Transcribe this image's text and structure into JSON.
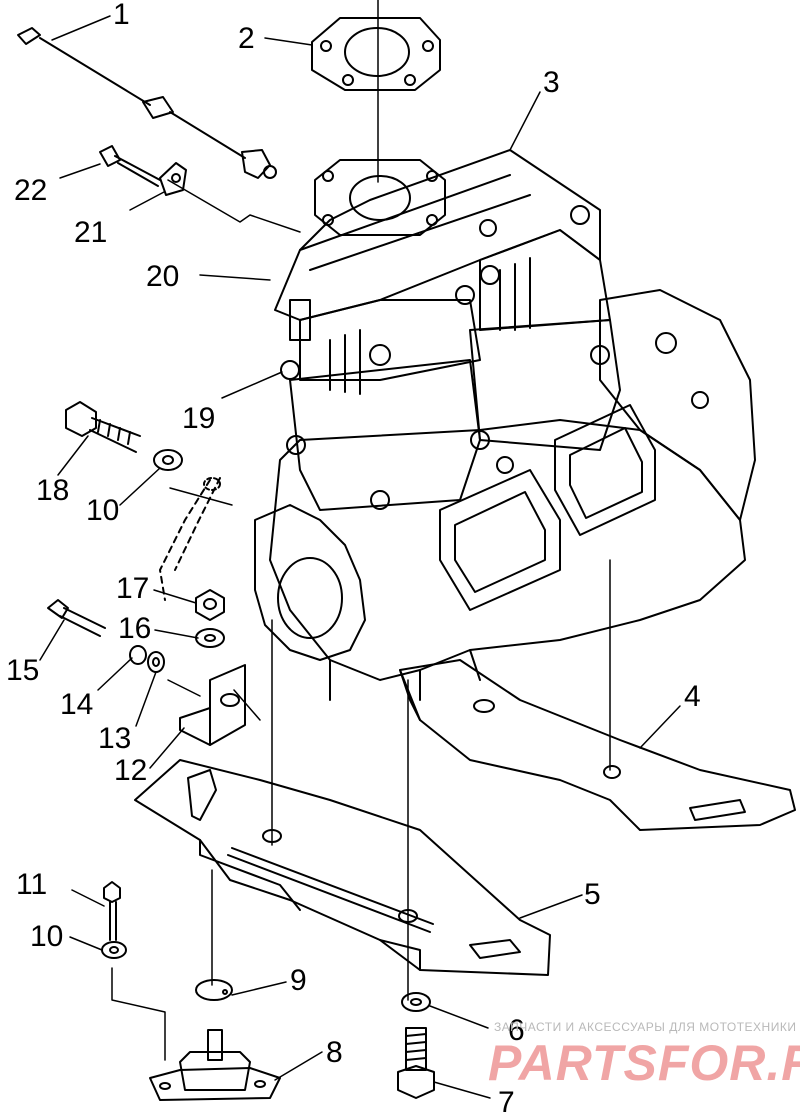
{
  "callouts": [
    {
      "id": "1",
      "text": "1"
    },
    {
      "id": "2",
      "text": "2"
    },
    {
      "id": "3",
      "text": "3"
    },
    {
      "id": "4",
      "text": "4"
    },
    {
      "id": "5",
      "text": "5"
    },
    {
      "id": "6",
      "text": "6"
    },
    {
      "id": "7",
      "text": "7"
    },
    {
      "id": "8",
      "text": "8"
    },
    {
      "id": "9",
      "text": "9"
    },
    {
      "id": "10a",
      "text": "10"
    },
    {
      "id": "10b",
      "text": "10"
    },
    {
      "id": "11",
      "text": "11"
    },
    {
      "id": "12",
      "text": "12"
    },
    {
      "id": "13",
      "text": "13"
    },
    {
      "id": "14",
      "text": "14"
    },
    {
      "id": "15",
      "text": "15"
    },
    {
      "id": "16",
      "text": "16"
    },
    {
      "id": "17",
      "text": "17"
    },
    {
      "id": "18",
      "text": "18"
    },
    {
      "id": "19",
      "text": "19"
    },
    {
      "id": "20",
      "text": "20"
    },
    {
      "id": "21",
      "text": "21"
    },
    {
      "id": "22",
      "text": "22"
    }
  ],
  "watermark": {
    "tagline": "ЗАПЧАСТИ И АКСЕССУАРЫ ДЛЯ МОТОТЕХНИКИ",
    "logo": "PARTSFOR.RU"
  }
}
